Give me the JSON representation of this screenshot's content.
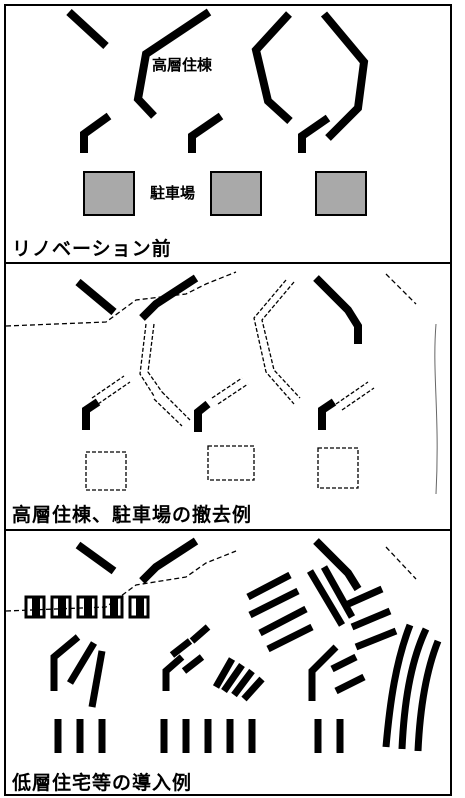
{
  "panels": [
    {
      "caption": "リノベーション前",
      "label_tower": "高層住棟",
      "label_parking": "駐車場"
    },
    {
      "caption": "高層住棟、駐車場の撤去例"
    },
    {
      "caption": "低層住宅等の導入例"
    }
  ],
  "colors": {
    "building": "#000000",
    "parking_fill": "#a9a9a9",
    "removed_outline": "#000000"
  }
}
